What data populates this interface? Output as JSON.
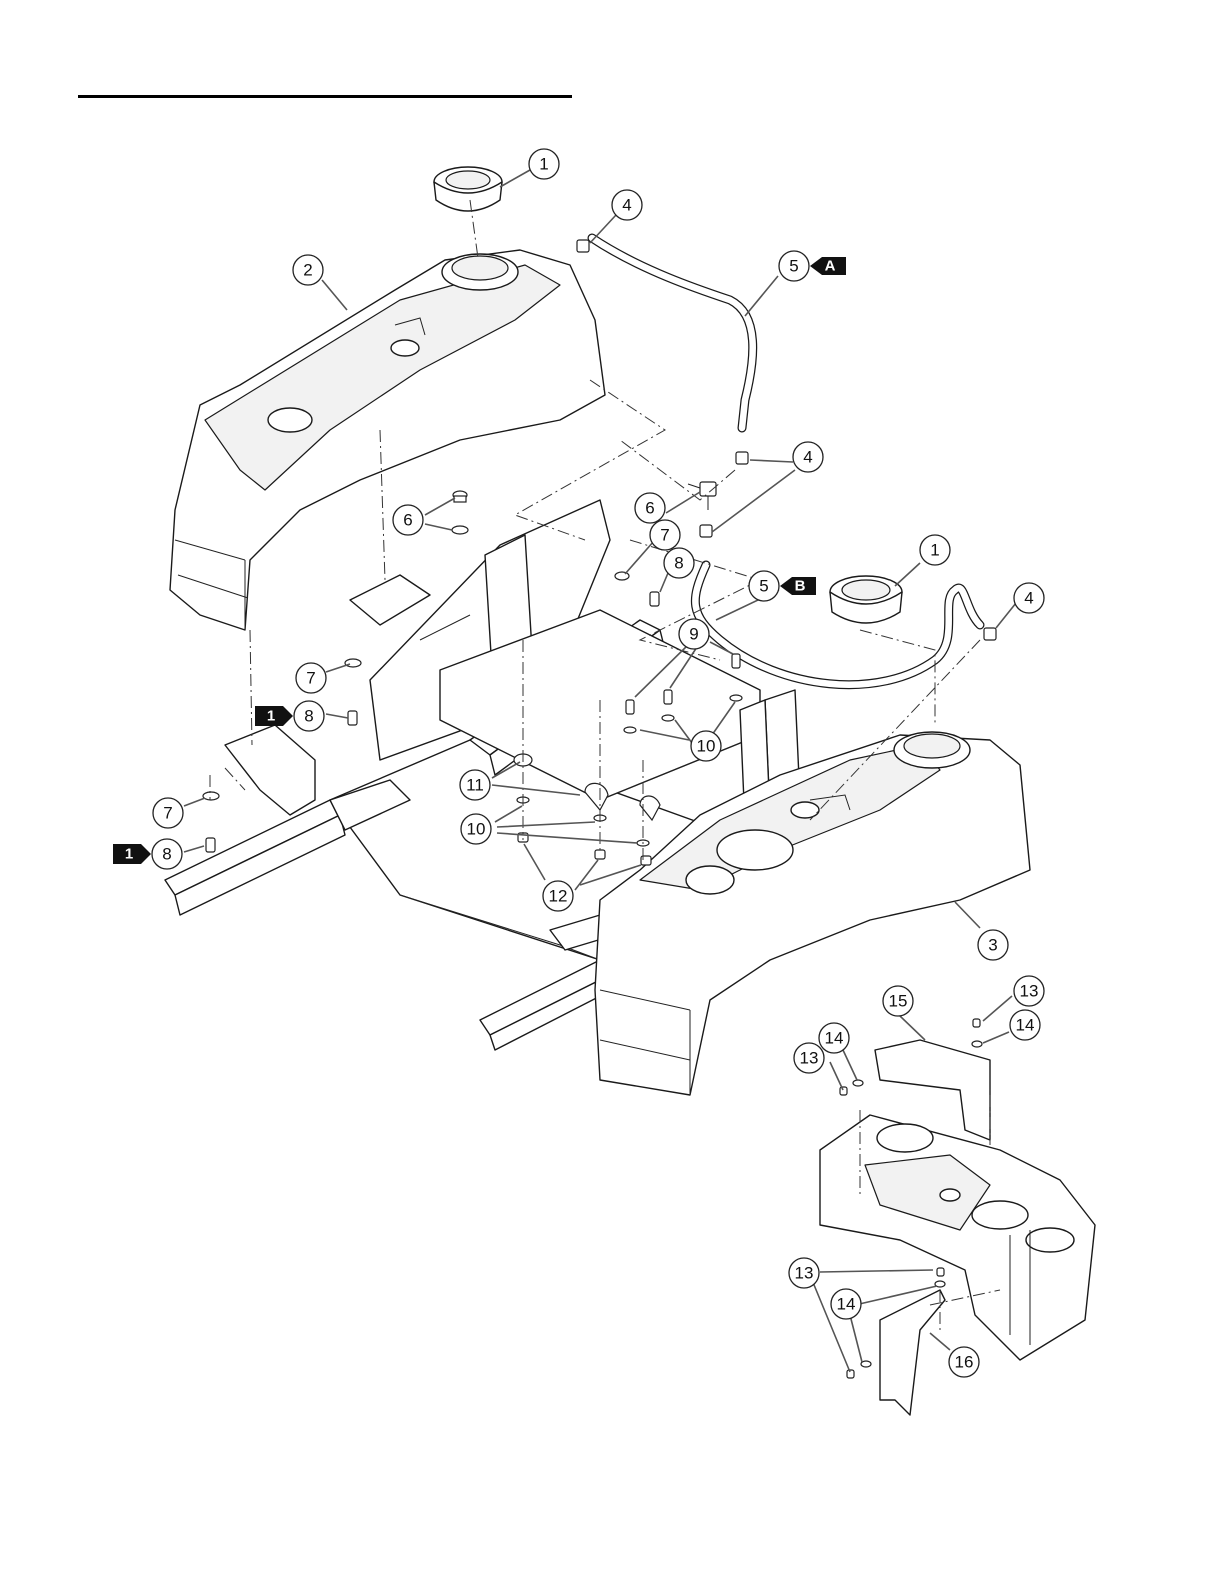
{
  "page": {
    "title_rule": true
  },
  "callouts": [
    {
      "id": "c1a",
      "label": "1"
    },
    {
      "id": "c1b",
      "label": "1"
    },
    {
      "id": "c2",
      "label": "2"
    },
    {
      "id": "c3",
      "label": "3"
    },
    {
      "id": "c4a",
      "label": "4"
    },
    {
      "id": "c4b",
      "label": "4"
    },
    {
      "id": "c4c",
      "label": "4"
    },
    {
      "id": "c5a",
      "label": "5"
    },
    {
      "id": "c5b",
      "label": "5"
    },
    {
      "id": "c6a",
      "label": "6"
    },
    {
      "id": "c6b",
      "label": "6"
    },
    {
      "id": "c7a",
      "label": "7"
    },
    {
      "id": "c7b",
      "label": "7"
    },
    {
      "id": "c7c",
      "label": "7"
    },
    {
      "id": "c8a",
      "label": "8"
    },
    {
      "id": "c8b",
      "label": "8"
    },
    {
      "id": "c8c",
      "label": "8"
    },
    {
      "id": "c9",
      "label": "9"
    },
    {
      "id": "c10a",
      "label": "10"
    },
    {
      "id": "c10b",
      "label": "10"
    },
    {
      "id": "c11",
      "label": "11"
    },
    {
      "id": "c12",
      "label": "12"
    },
    {
      "id": "c13a",
      "label": "13"
    },
    {
      "id": "c13b",
      "label": "13"
    },
    {
      "id": "c13c",
      "label": "13"
    },
    {
      "id": "c14a",
      "label": "14"
    },
    {
      "id": "c14b",
      "label": "14"
    },
    {
      "id": "c14c",
      "label": "14"
    },
    {
      "id": "c15",
      "label": "15"
    },
    {
      "id": "c16",
      "label": "16"
    }
  ],
  "flags": [
    {
      "id": "fA",
      "label": "A"
    },
    {
      "id": "fB",
      "label": "B"
    },
    {
      "id": "f1a",
      "label": "1"
    },
    {
      "id": "f1b",
      "label": "1"
    }
  ]
}
